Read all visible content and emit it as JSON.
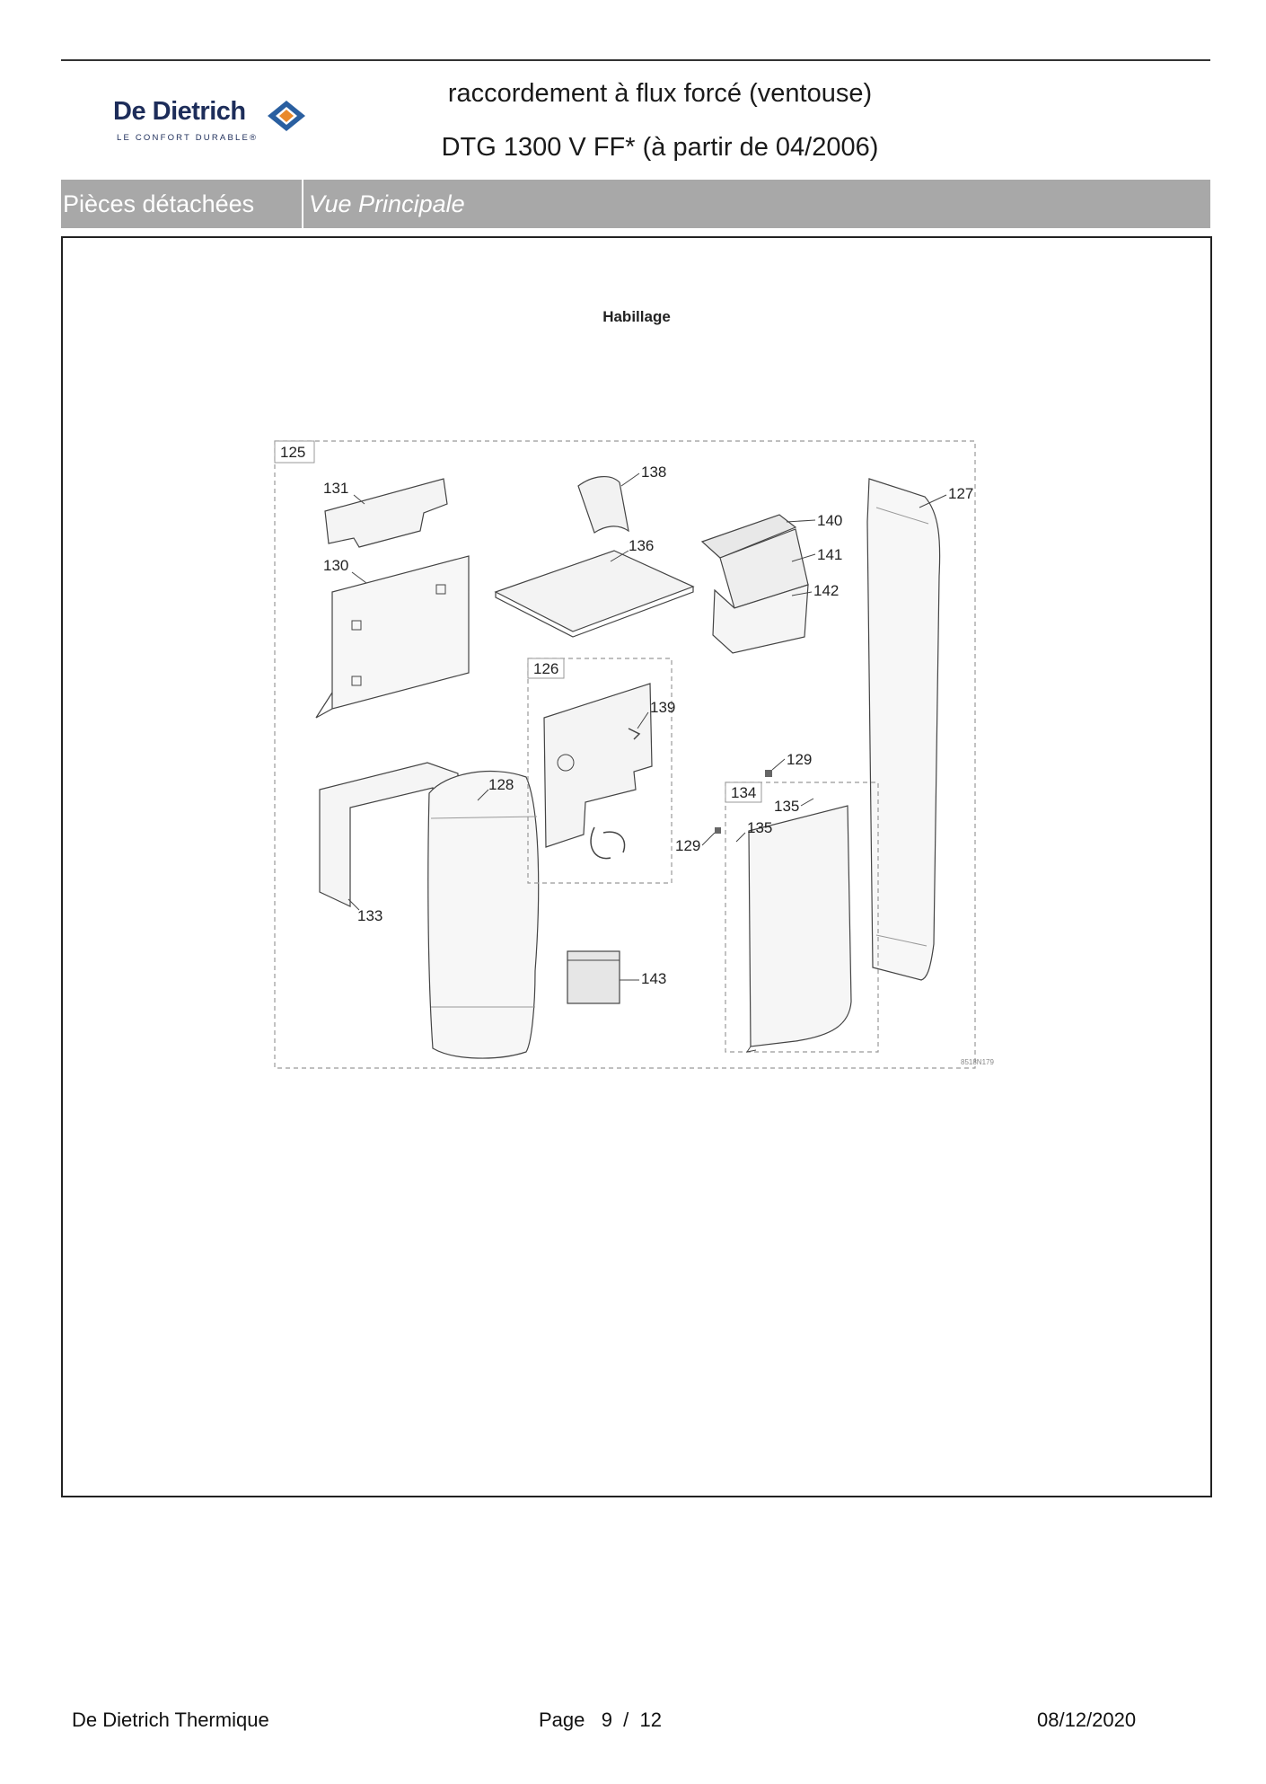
{
  "header": {
    "brand_name": "De Dietrich",
    "brand_tagline": "LE CONFORT DURABLE®",
    "title_line1": "raccordement à flux forcé (ventouse)",
    "title_line2": "DTG 1300 V FF* (à partir de 04/2006)"
  },
  "section_bar": {
    "category": "Pièces détachées",
    "view": "Vue Principale"
  },
  "diagram": {
    "title": "Habillage",
    "reference": "8518N179",
    "parts": {
      "p125": "125",
      "p126": "126",
      "p127": "127",
      "p128": "128",
      "p129a": "129",
      "p129b": "129",
      "p130": "130",
      "p131": "131",
      "p133": "133",
      "p134": "134",
      "p135a": "135",
      "p135b": "135",
      "p136": "136",
      "p138": "138",
      "p139": "139",
      "p140": "140",
      "p141": "141",
      "p142": "142",
      "p143": "143"
    }
  },
  "footer": {
    "company": "De Dietrich Thermique",
    "page": "Page   9  /  12",
    "date": "08/12/2020"
  },
  "colors": {
    "brand_navy": "#1d2d5a",
    "brand_orange": "#e9892b",
    "brand_blue": "#2a5fa0",
    "section_bar": "#a8a8a8"
  }
}
